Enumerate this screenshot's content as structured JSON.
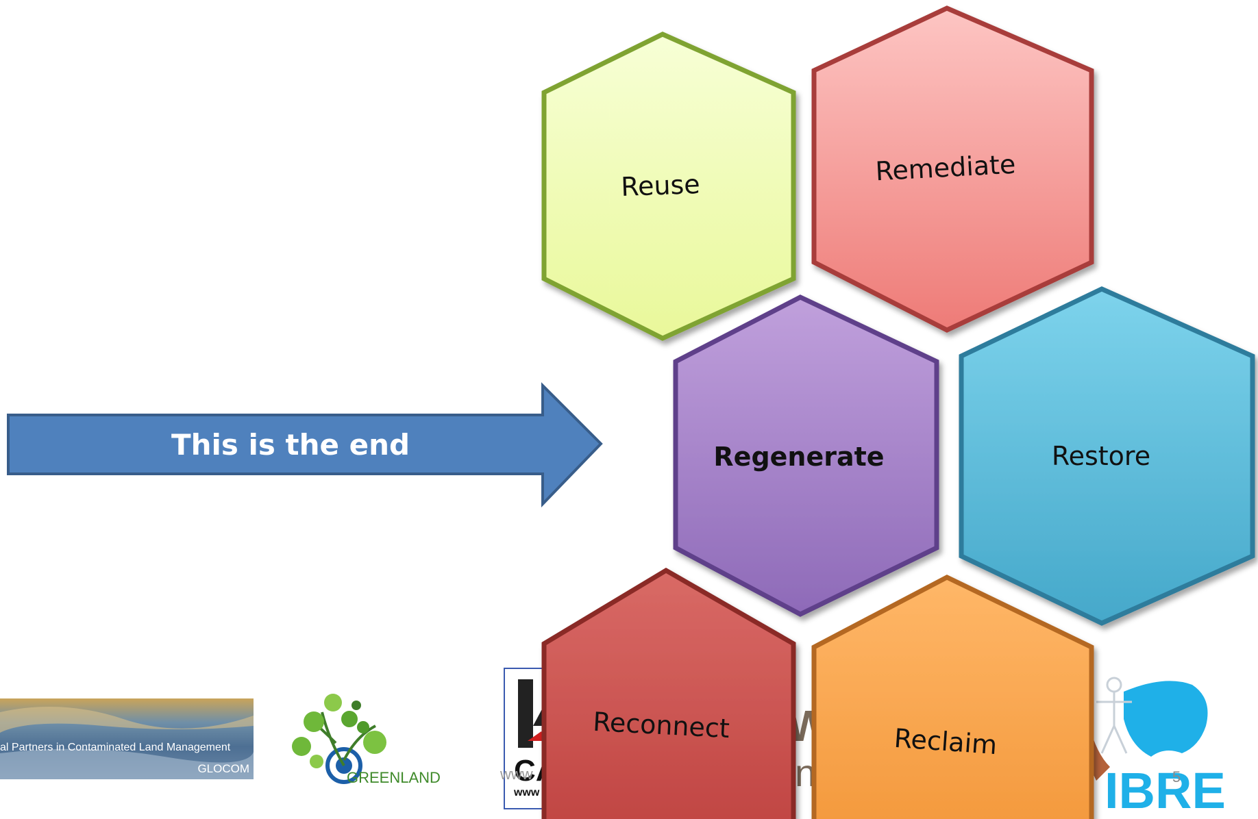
{
  "arrow": {
    "label": "This is the end",
    "fill": "#4F81BD",
    "stroke": "#385D8A"
  },
  "hexagons": [
    {
      "id": "reuse",
      "label": "Reuse",
      "fill_top": "#F7FFD6",
      "fill_bottom": "#E9F89A",
      "border": "#7FA332",
      "text_color": "#111111"
    },
    {
      "id": "remediate",
      "label": "Remediate",
      "fill_top": "#FDC5C3",
      "fill_bottom": "#EE7B77",
      "border": "#A83C3A",
      "text_color": "#111111"
    },
    {
      "id": "regenerate",
      "label": "Regenerate",
      "fill_top": "#C0A0DC",
      "fill_bottom": "#8E6AB8",
      "border": "#5E3F8A",
      "text_color": "#FFFF33"
    },
    {
      "id": "restore",
      "label": "Restore",
      "fill_top": "#7DD3EC",
      "fill_bottom": "#45A8CA",
      "border": "#2E7C9C",
      "text_color": "#111111"
    },
    {
      "id": "reconnect",
      "label": "Reconnect",
      "fill_top": "#D96A66",
      "fill_bottom": "#C14643",
      "border": "#8A2927",
      "text_color": "#111111"
    },
    {
      "id": "reclaim",
      "label": "Reclaim",
      "fill_top": "#FFB768",
      "fill_bottom": "#F49A3E",
      "border": "#B46820",
      "text_color": "#111111"
    }
  ],
  "logos": {
    "glocom": {
      "tagline": "al Partners in Contaminated Land Management",
      "name": "GLOCOM"
    },
    "greenland": {
      "name": "GREENLAND"
    },
    "middle": {
      "partial_text": "www",
      "partial_text_2": "CA"
    },
    "nicole": {
      "fragment_1": "W",
      "fragment_2": "n"
    },
    "right": {
      "text": "IBRE"
    }
  },
  "page_number": "5"
}
